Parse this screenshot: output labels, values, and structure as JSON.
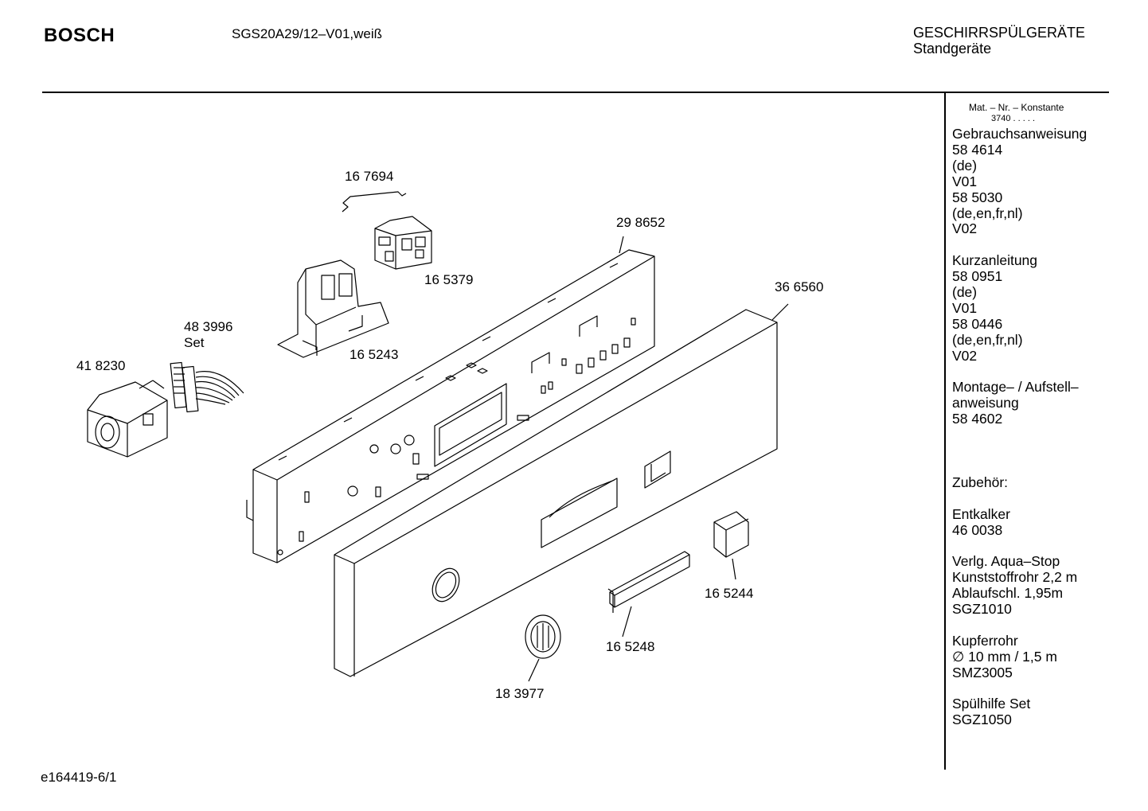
{
  "header": {
    "brand": "BOSCH",
    "model": "SGS20A29/12–V01,weiß",
    "category_line1": "GESCHIRRSPÜLGERÄTE",
    "category_line2": "Standgeräte"
  },
  "footer": {
    "page_id": "e164419-6/1"
  },
  "parts": [
    {
      "number": "16 7694",
      "name": "spring-clip"
    },
    {
      "number": "29 8652",
      "name": "control-panel-carrier"
    },
    {
      "number": "16 5379",
      "name": "switch-block"
    },
    {
      "number": "36 6560",
      "name": "front-fascia"
    },
    {
      "number": "48 3996",
      "sub": "Set",
      "name": "cable-harness-set"
    },
    {
      "number": "16 5243",
      "name": "switch-holder"
    },
    {
      "number": "41 8230",
      "name": "programmer-timer"
    },
    {
      "number": "16 5244",
      "name": "push-button"
    },
    {
      "number": "16 5248",
      "name": "button-strip"
    },
    {
      "number": "18 3977",
      "name": "control-knob"
    }
  ],
  "sidebar": {
    "mat_label": "Mat. – Nr. – Konstante",
    "mat_value": "3740  .  .  .  .  .",
    "sections": [
      {
        "lines": [
          "Gebrauchsanweisung",
          "58 4614",
          "(de)",
          "V01",
          "58 5030",
          "(de,en,fr,nl)",
          "V02"
        ]
      },
      {
        "lines": [
          "Kurzanleitung",
          "58 0951",
          "(de)",
          "V01",
          "58 0446",
          "(de,en,fr,nl)",
          "V02"
        ]
      },
      {
        "lines": [
          "Montage– / Aufstell–",
          "anweisung",
          "58 4602",
          "",
          ""
        ]
      },
      {
        "lines": [
          "Zubehör:"
        ]
      },
      {
        "lines": [
          "Entkalker",
          "46 0038"
        ]
      },
      {
        "lines": [
          "Verlg. Aqua–Stop",
          "Kunststoffrohr 2,2 m",
          "Ablaufschl. 1,95m",
          "SGZ1010"
        ]
      },
      {
        "lines": [
          "Kupferrohr",
          "∅ 10 mm / 1,5 m",
          "SMZ3005"
        ]
      },
      {
        "lines": [
          "Spülhilfe Set",
          "SGZ1050"
        ]
      }
    ]
  }
}
